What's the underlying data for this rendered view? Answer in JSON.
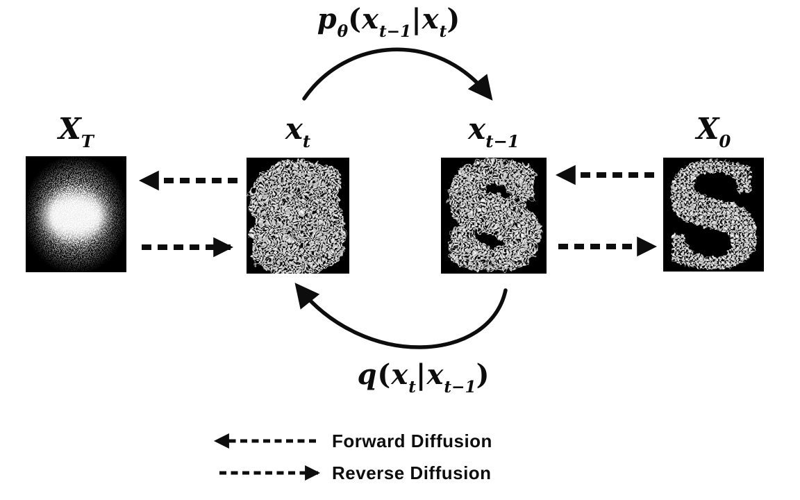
{
  "formulas": {
    "reverse": {
      "base": "p",
      "base_sub": "θ",
      "open": "(",
      "x1": "x",
      "x1_sub": "t−1",
      "bar": "|",
      "x2": "x",
      "x2_sub": "t",
      "close": ")"
    },
    "forward": {
      "base": "q",
      "open": "(",
      "x1": "x",
      "x1_sub": "t",
      "bar": "|",
      "x2": "x",
      "x2_sub": "t−1",
      "close": ")"
    }
  },
  "panels": [
    {
      "name": "x-T",
      "label": "X",
      "label_sub": "T",
      "content": "gaussian-noise"
    },
    {
      "name": "x-t",
      "label": "x",
      "label_sub": "t",
      "content": "heavily-noised-sample",
      "glyph": "S"
    },
    {
      "name": "x-t-minus-1",
      "label": "x",
      "label_sub": "t−1",
      "content": "partially-noised-sample",
      "glyph": "S"
    },
    {
      "name": "x-0",
      "label": "X",
      "label_sub": "0",
      "content": "clean-sample",
      "glyph": "S"
    }
  ],
  "legend": {
    "items": [
      {
        "direction": "left",
        "label": "Forward Diffusion"
      },
      {
        "direction": "right",
        "label": "Reverse Diffusion"
      }
    ]
  },
  "colors": {
    "background": "#ffffff",
    "ink": "#0d0d0d",
    "panel_bg": "#000000",
    "dot_gray": "#c6c6c6",
    "dot_core": "#ffffff"
  }
}
